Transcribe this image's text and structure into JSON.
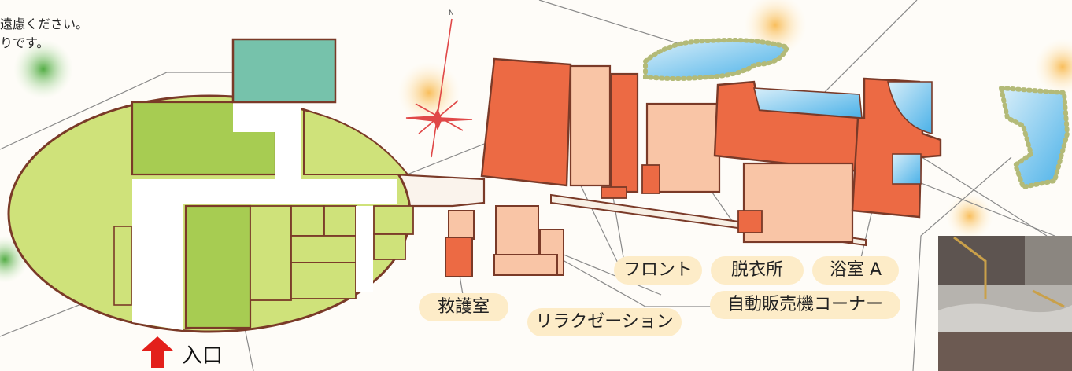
{
  "notes": [
    "遠慮ください。",
    "りです。"
  ],
  "labels": {
    "front": "フロント",
    "dressing_room": "脱衣所",
    "bathroom_a": "浴室 A",
    "first_aid_room": "救護室",
    "relaxation": "リラクゼーション",
    "vending_corner": "自動販売機コーナー",
    "entrance": "入口",
    "north": "N"
  },
  "colors": {
    "lawn_light": "#cfe27a",
    "lawn_mid": "#a7cc52",
    "lawn_dark": "#8fbd44",
    "teal_building": "#76c2ab",
    "orange_dark": "#ec6a44",
    "orange_mid": "#f08a5d",
    "peach": "#f9c5a6",
    "water": "#6cc1ec",
    "label_bg": "#fdecc8",
    "entrance_arrow": "#e3201b",
    "outline": "#7a3a28"
  },
  "icons": {
    "compass": "compass-rose-icon",
    "entrance_arrow": "up-arrow-icon"
  }
}
